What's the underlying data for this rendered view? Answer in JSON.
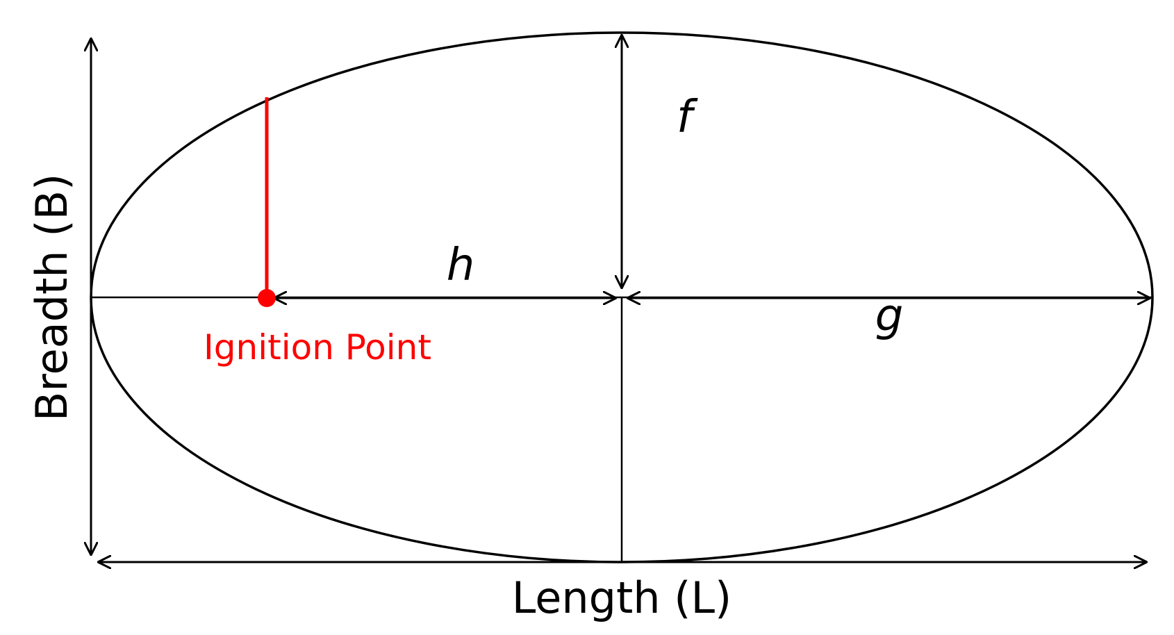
{
  "labels": {
    "length": "Length (L)",
    "breadth": "Breadth (B)",
    "f": "f",
    "g": "g",
    "h": "h",
    "ignition_point": "Ignition Point"
  },
  "colors": {
    "outline": "#000000",
    "ignition": "#ff0000",
    "background": "#ffffff"
  }
}
